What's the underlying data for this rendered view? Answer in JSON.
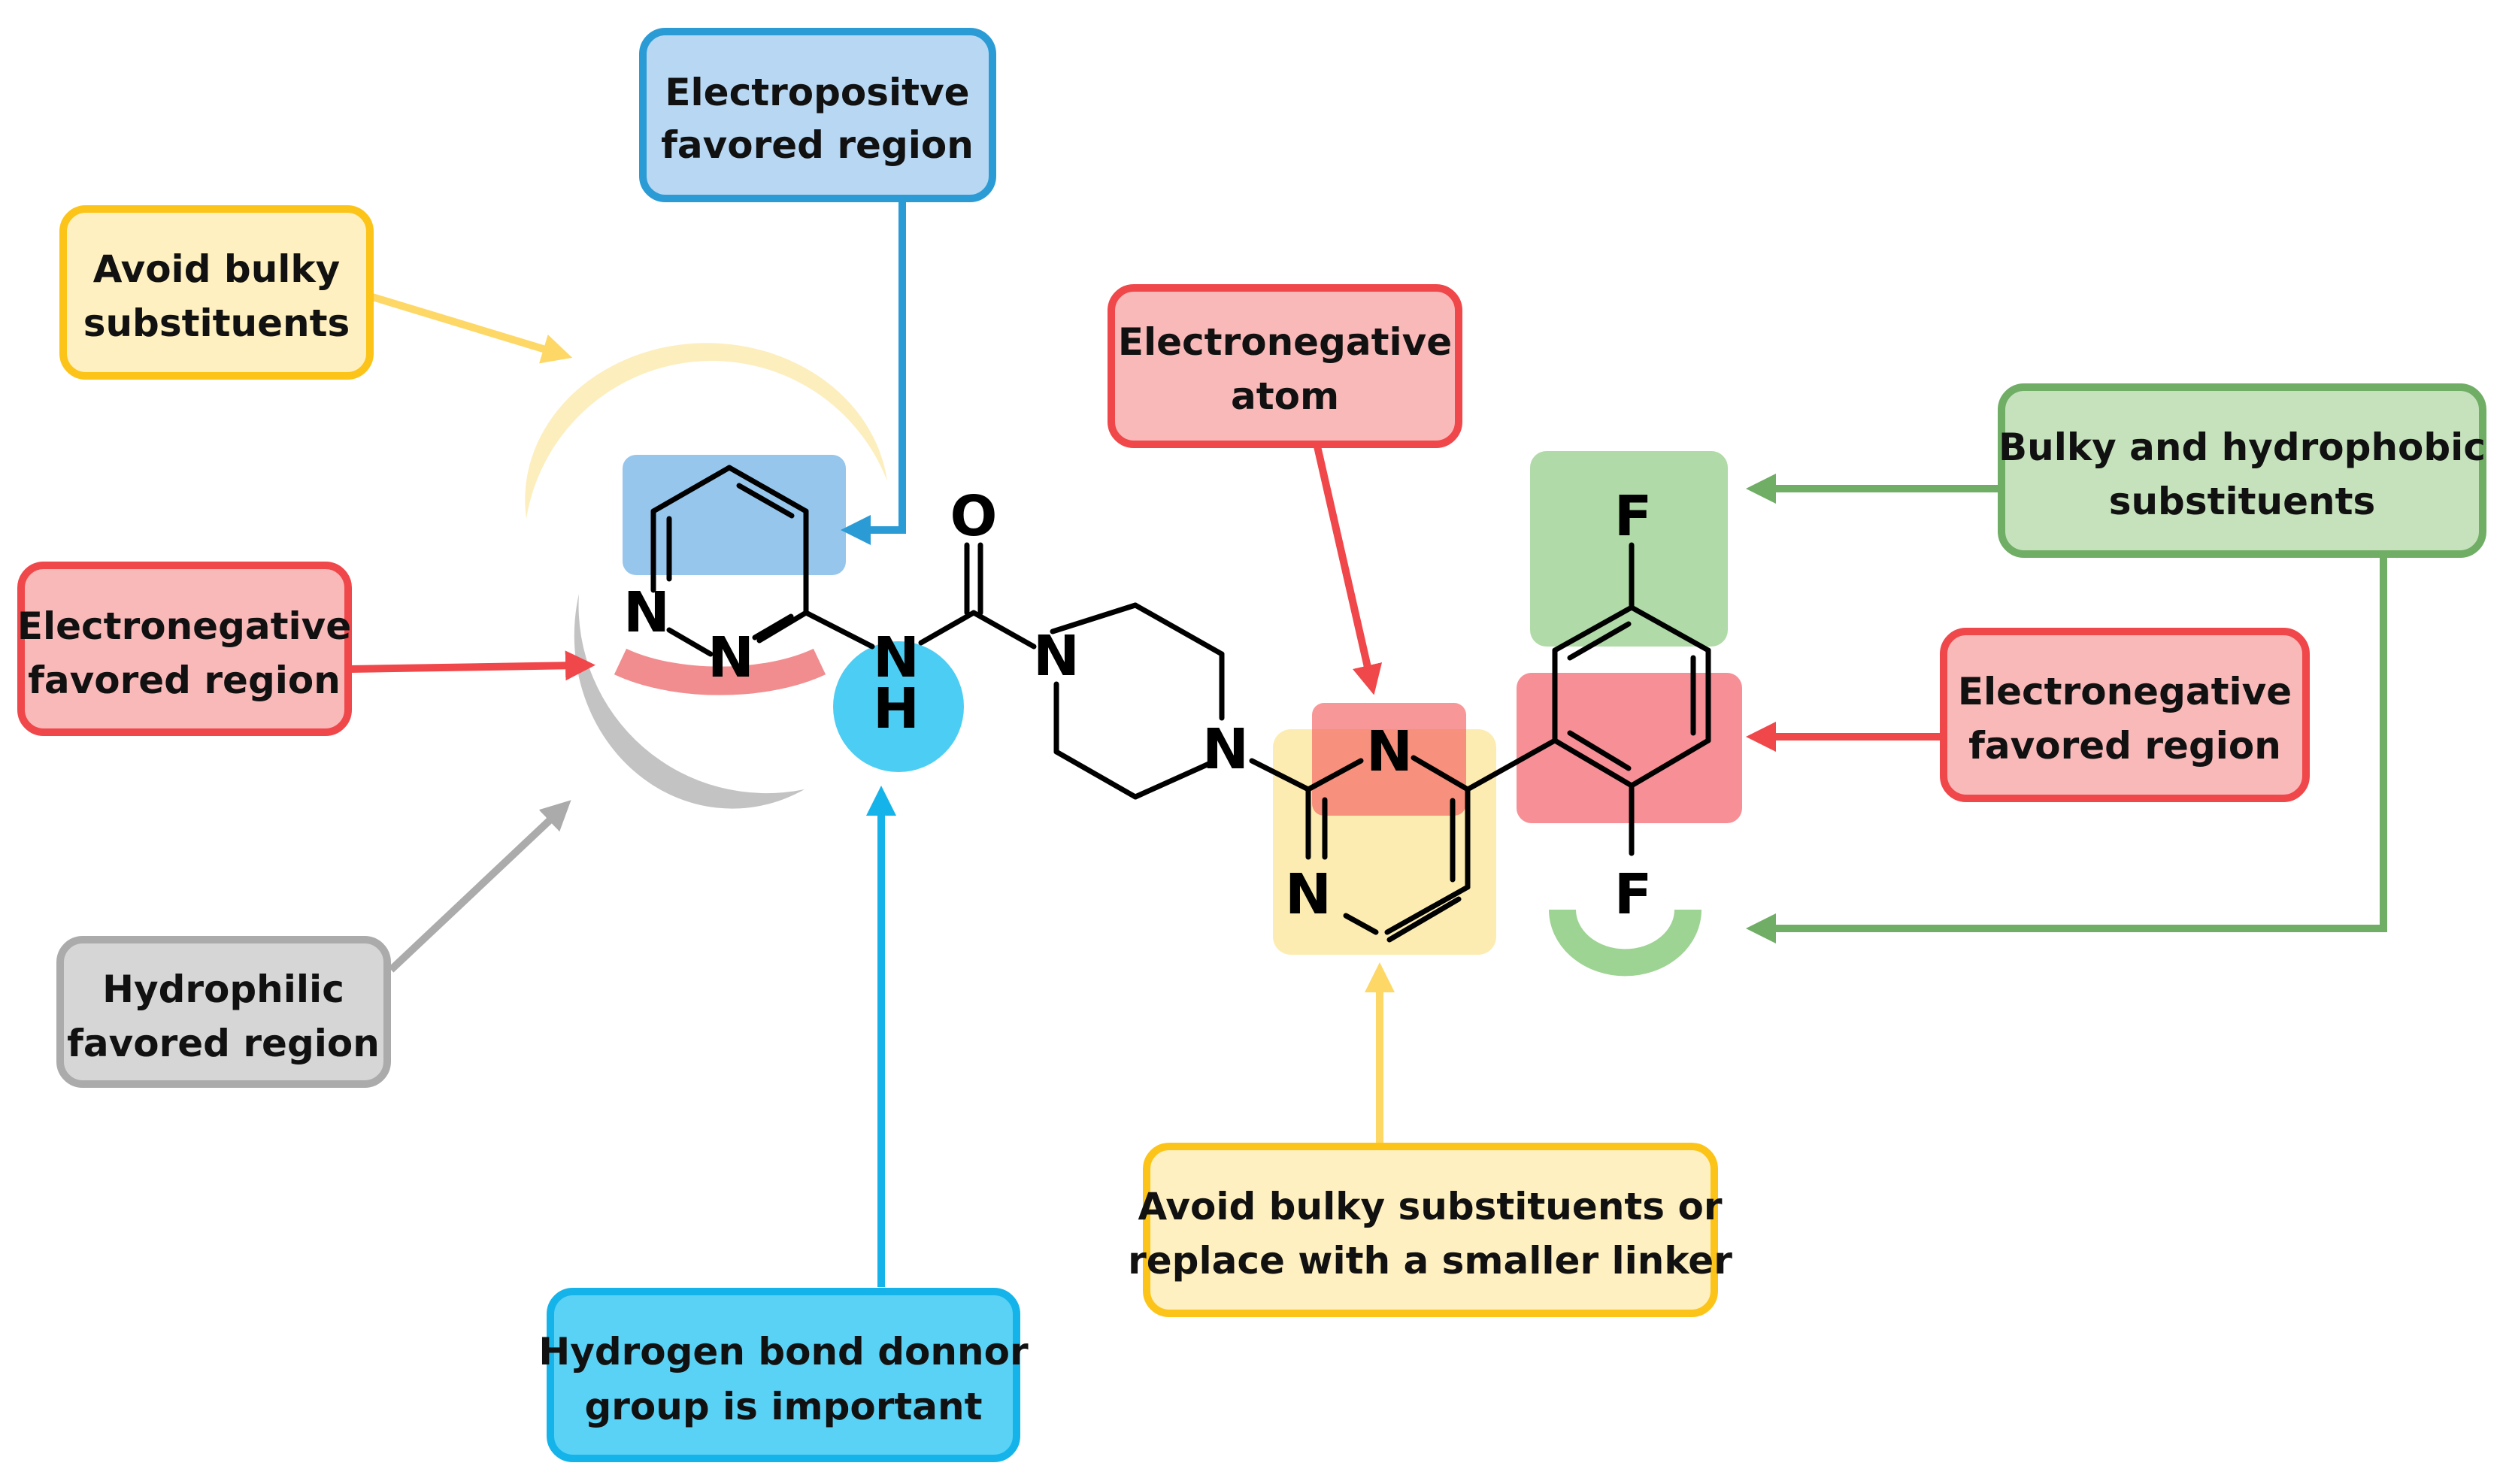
{
  "annotations": {
    "electropositive": {
      "line1": "Electropositve",
      "line2": "favored region"
    },
    "avoid_bulky": {
      "line1": "Avoid bulky",
      "line2": "substituents"
    },
    "electronegative_left": {
      "line1": "Electronegative",
      "line2": "favored region"
    },
    "hydrophilic": {
      "line1": "Hydrophilic",
      "line2": "favored region"
    },
    "hbond_donor": {
      "line1": "Hydrogen bond donnor",
      "line2": "group is important"
    },
    "electronegative_atom": {
      "line1": "Electronegative",
      "line2": "atom"
    },
    "bulky_hydrophobic": {
      "line1": "Bulky and hydrophobic",
      "line2": "substituents"
    },
    "electronegative_right": {
      "line1": "Electronegative",
      "line2": "favored region"
    },
    "avoid_bulky_linker": {
      "line1": "Avoid bulky substituents or",
      "line2": "replace with a smaller linker"
    }
  },
  "molecule": {
    "atoms": {
      "pyridazine_n1": "N",
      "pyridazine_n2": "N",
      "amide_n": "N",
      "amide_h": "H",
      "carbonyl_o": "O",
      "piperazine_n1": "N",
      "piperazine_n2": "N",
      "pyrimidine_n1": "N",
      "pyrimidine_n2": "N",
      "fluorine_top": "F",
      "fluorine_bottom": "F"
    }
  },
  "colors": {
    "blue": "#2b9bd6",
    "blue_fill": "#b8d7f2",
    "yellow": "#fcc419",
    "yellow_fill": "#fef0c0",
    "red": "#f0474a",
    "red_fill": "#f9b9b9",
    "gray": "#ababab",
    "gray_fill": "#d6d6d6",
    "cyan": "#14b4ea",
    "cyan_fill": "#5ad2f5",
    "green": "#70ad65",
    "green_fill": "#c6e2bd"
  }
}
